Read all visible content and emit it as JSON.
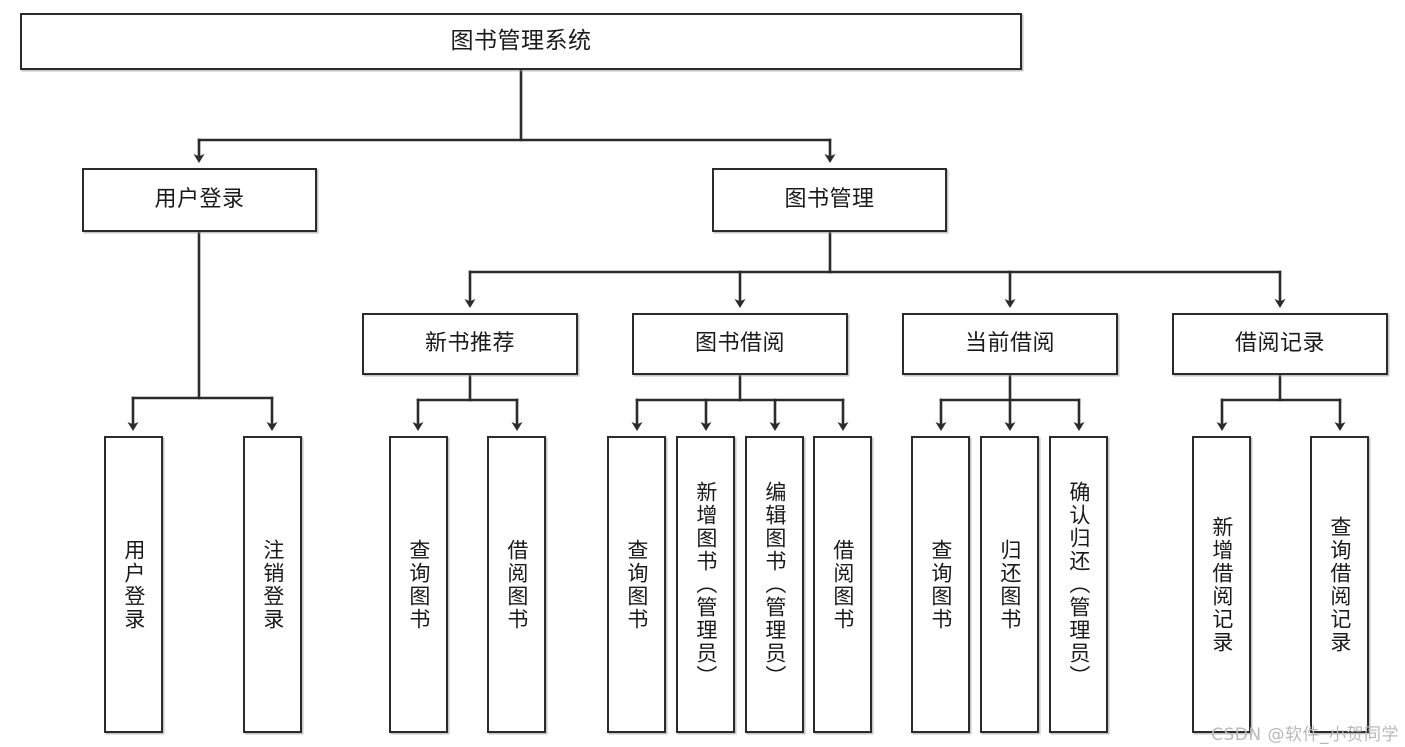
{
  "diagram": {
    "title": "图书管理系统",
    "watermark": "CSDN @软件_小贺同学",
    "line_color": "#2b2b2b",
    "box_fill": "#ffffff",
    "text_color": "#1a1a1a",
    "watermark_color": "#b9b9b9",
    "root": {
      "label": "图书管理系统"
    },
    "level2": [
      {
        "label": "用户登录"
      },
      {
        "label": "图书管理"
      }
    ],
    "level3": [
      {
        "label": "新书推荐"
      },
      {
        "label": "图书借阅"
      },
      {
        "label": "当前借阅"
      },
      {
        "label": "借阅记录"
      }
    ],
    "leaves": {
      "user_login": [
        {
          "label": "用户登录"
        },
        {
          "label": "注销登录"
        }
      ],
      "new_book_recommend": [
        {
          "label": "查询图书"
        },
        {
          "label": "借阅图书"
        }
      ],
      "book_borrow": [
        {
          "label": "查询图书"
        },
        {
          "label": "新增图书（管理员）"
        },
        {
          "label": "编辑图书（管理员）"
        },
        {
          "label": "借阅图书"
        }
      ],
      "current_borrow": [
        {
          "label": "查询图书"
        },
        {
          "label": "归还图书"
        },
        {
          "label": "确认归还（管理员）"
        }
      ],
      "borrow_records": [
        {
          "label": "新增借阅记录"
        },
        {
          "label": "查询借阅记录"
        }
      ]
    }
  }
}
